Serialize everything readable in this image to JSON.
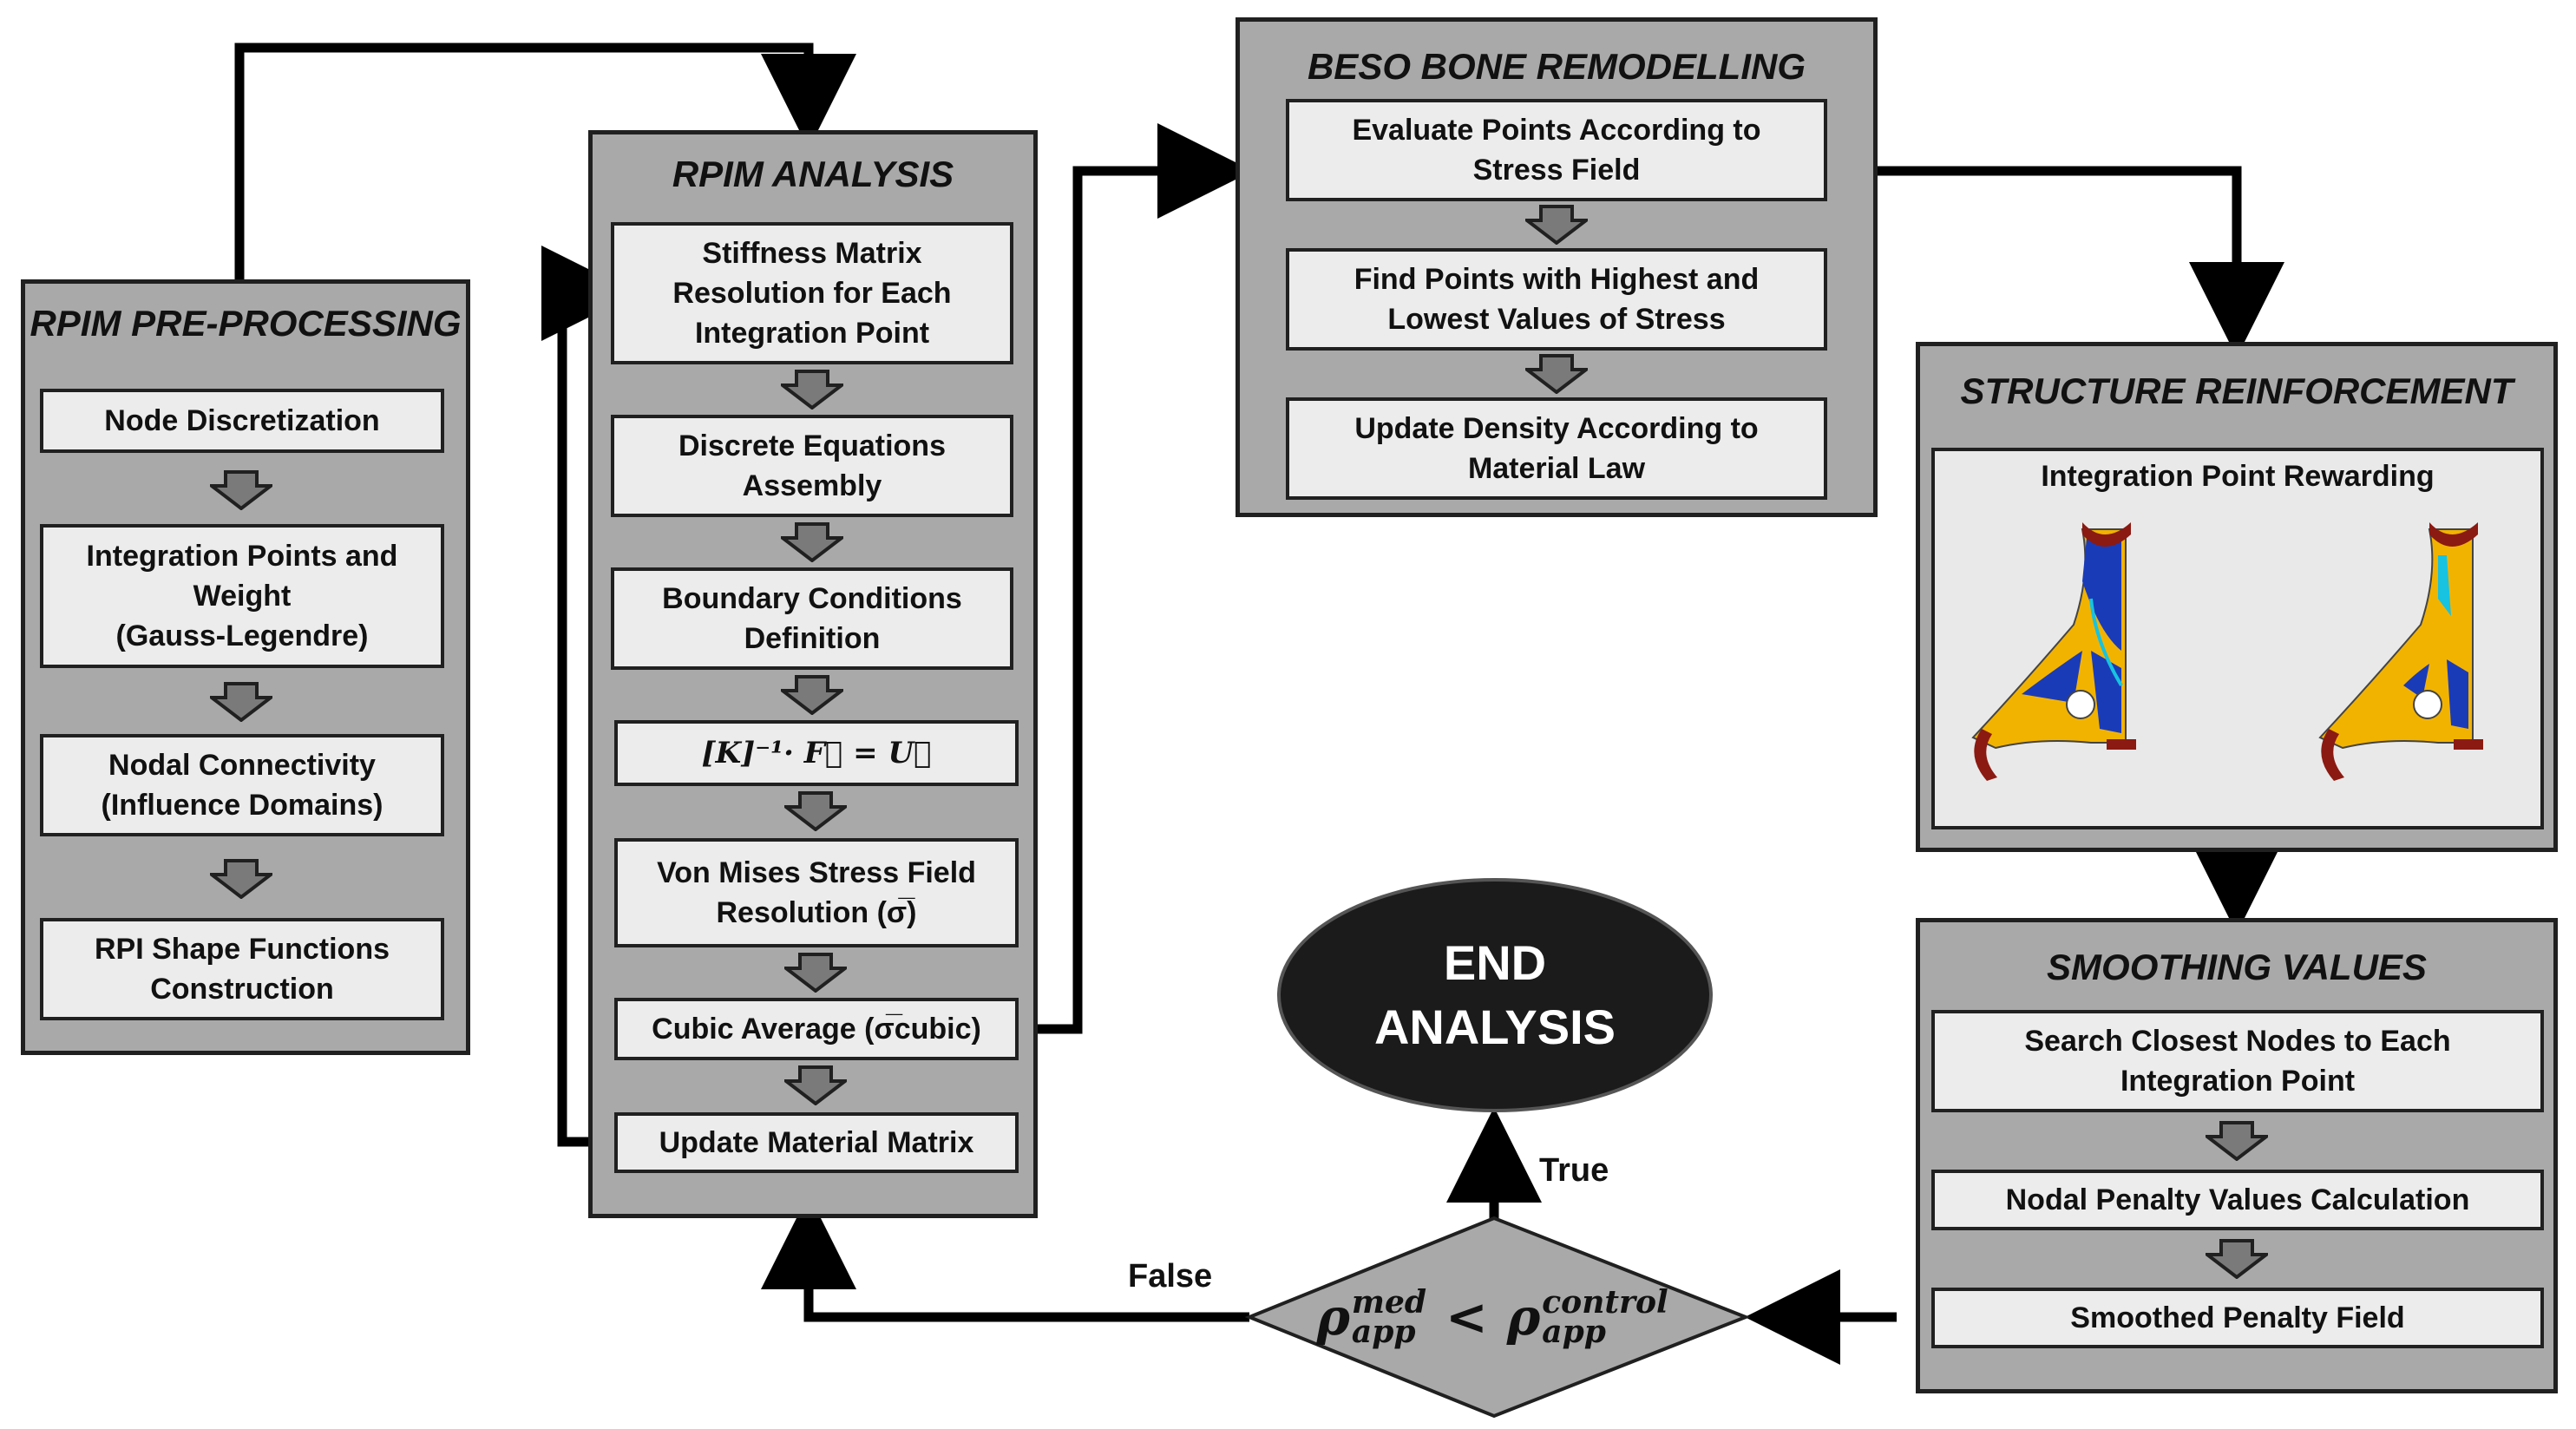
{
  "panels": {
    "pre": {
      "title": "RPIM PRE-PROCESSING",
      "steps": [
        "Node Discretization",
        "Integration Points and\nWeight\n(Gauss-Legendre)",
        "Nodal Connectivity\n(Influence Domains)",
        "RPI Shape Functions\nConstruction"
      ]
    },
    "rpim": {
      "title": "RPIM ANALYSIS",
      "steps": [
        "Stiffness Matrix\nResolution for Each\nIntegration Point",
        "Discrete Equations\nAssembly",
        "Boundary Conditions\nDefinition",
        "[K]⁻¹· F⃗ = U⃗",
        "Von Mises Stress Field\nResolution (σ̅)",
        "Cubic Average (σ̅cubic)",
        "Update Material Matrix"
      ]
    },
    "beso": {
      "title": "BESO BONE REMODELLING",
      "steps": [
        "Evaluate Points According to\nStress Field",
        "Find Points with Highest and\nLowest Values of Stress",
        "Update Density According to\nMaterial Law"
      ]
    },
    "reinforce": {
      "title": "STRUCTURE REINFORCEMENT",
      "image_title": "Integration Point Rewarding"
    },
    "smoothing": {
      "title": "SMOOTHING VALUES",
      "steps": [
        "Search Closest Nodes to Each\nIntegration Point",
        "Nodal Penalty Values Calculation",
        "Smoothed Penalty Field"
      ]
    }
  },
  "end": "END\nANALYSIS",
  "decision": {
    "lhs": "ρ",
    "lhs_sup": "med",
    "lhs_sub": "app",
    "op": "<",
    "rhs": "ρ",
    "rhs_sup": "control",
    "rhs_sub": "app"
  },
  "labels": {
    "true": "True",
    "false": "False"
  },
  "colors": {
    "panel": "#a9a9a9",
    "box": "#ececec",
    "arrow_fill": "#7a7a7a",
    "end": "#1b1b1b",
    "decision": "#a9a9a9",
    "design_blue": "#1a3bb8",
    "design_yellow": "#f2b300",
    "support_red": "#8b1a12"
  }
}
